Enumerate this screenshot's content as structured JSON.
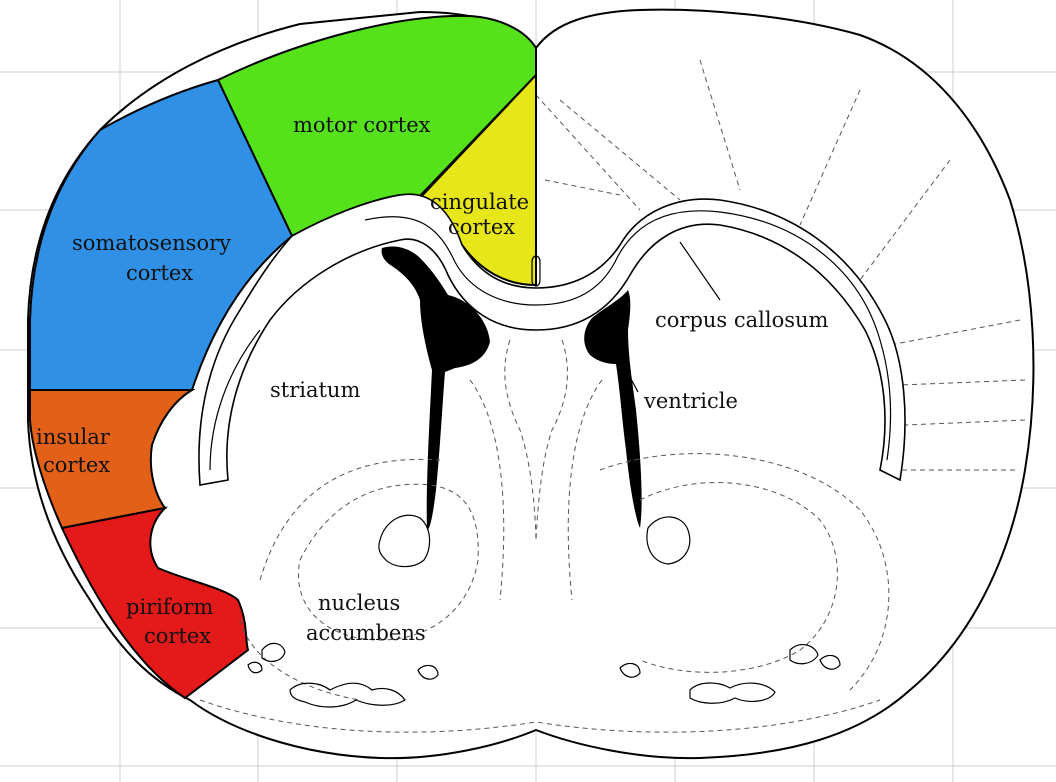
{
  "regions": {
    "motor_cortex": {
      "label": "motor cortex",
      "color": "#55e21a"
    },
    "cingulate_cortex": {
      "label_line1": "cingulate",
      "label_line2": "cortex",
      "color": "#e6e619"
    },
    "somatosensory_cortex": {
      "label_line1": "somatosensory",
      "label_line2": "cortex",
      "color": "#2f90e6"
    },
    "insular_cortex": {
      "label_line1": "insular",
      "label_line2": "cortex",
      "color": "#e26018"
    },
    "piriform_cortex": {
      "label_line1": "piriform",
      "label_line2": "cortex",
      "color": "#e41a1a"
    }
  },
  "structures": {
    "corpus_callosum": "corpus callosum",
    "striatum": "striatum",
    "ventricle": "ventricle",
    "nucleus_accumbens_line1": "nucleus",
    "nucleus_accumbens_line2": "accumbens"
  }
}
